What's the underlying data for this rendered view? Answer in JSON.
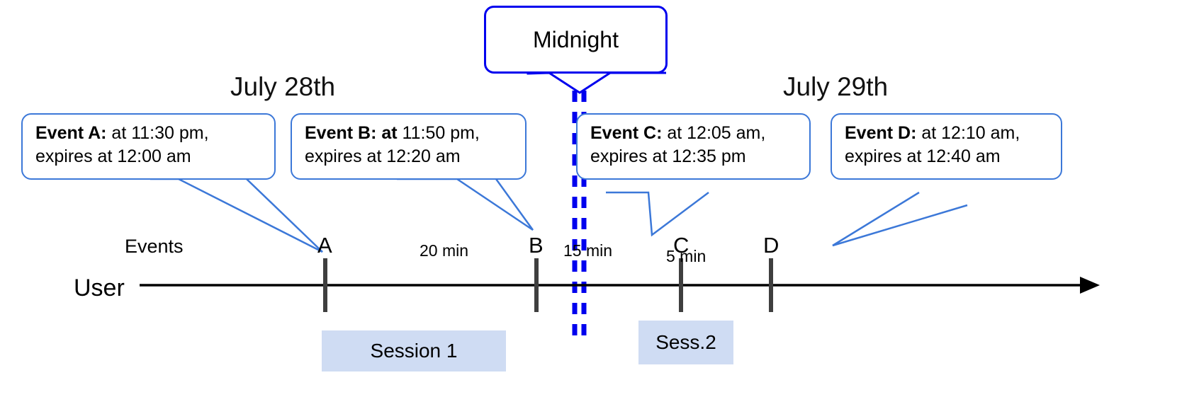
{
  "diagram": {
    "title_day_left": "July 28th",
    "title_day_right": "July 29th",
    "midnight_marker": "Midnight",
    "axis_row_label": "User",
    "events_row_label": "Events",
    "colors": {
      "callout_border": "#3c78d8",
      "midnight_line": "#0000ee",
      "session_fill": "#cfdcf3",
      "axis": "#000000",
      "tick": "#3f3f3f"
    },
    "callouts": [
      {
        "id": "event-a",
        "bold_prefix": "Event A:",
        "line1_rest": " at 11:30 pm,",
        "line2": "expires at 12:00 am"
      },
      {
        "id": "event-b",
        "bold_prefix": "Event B: at",
        "line1_rest": " 11:50 pm,",
        "line2": "expires at 12:20 am"
      },
      {
        "id": "event-c",
        "bold_prefix": "Event C:",
        "line1_rest": " at 12:05 am,",
        "line2": "expires at 12:35 pm"
      },
      {
        "id": "event-d",
        "bold_prefix": "Event D:",
        "line1_rest": "  at 12:10 am,",
        "line2": "expires at 12:40 am"
      }
    ],
    "ticks": [
      {
        "id": "tick-a",
        "label": "A"
      },
      {
        "id": "tick-b",
        "label": "B"
      },
      {
        "id": "tick-c",
        "label": "C"
      },
      {
        "id": "tick-d",
        "label": "D"
      }
    ],
    "gaps": [
      {
        "id": "gap-ab",
        "label": "20 min"
      },
      {
        "id": "gap-bc",
        "label": "15 min"
      },
      {
        "id": "gap-cd",
        "label": "5 min"
      }
    ],
    "sessions": [
      {
        "id": "session-1",
        "label": "Session 1"
      },
      {
        "id": "session-2",
        "label": "Sess.2"
      }
    ]
  }
}
